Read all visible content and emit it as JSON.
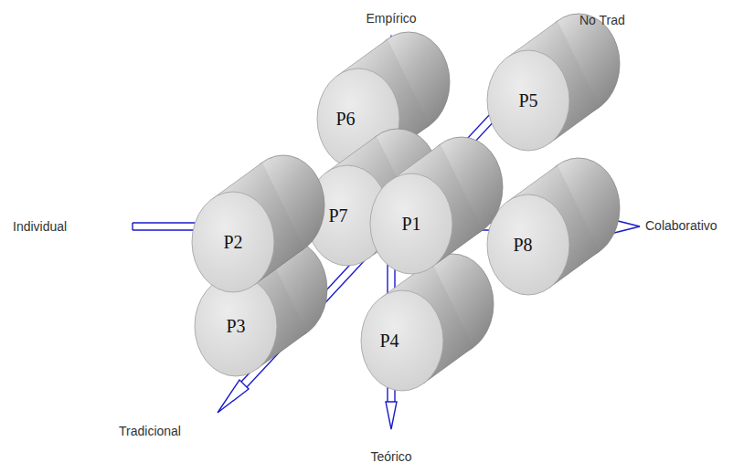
{
  "diagram": {
    "nodes": [
      {
        "text": [
          "P1"
        ]
      },
      {
        "text": [
          "P2"
        ]
      },
      {
        "text": [
          "P3"
        ]
      },
      {
        "text": [
          "P4"
        ]
      },
      {
        "text": [
          "P5"
        ]
      },
      {
        "text": [
          "P6"
        ]
      },
      {
        "text": [
          "P7"
        ]
      },
      {
        "text": [
          "P8"
        ]
      }
    ],
    "labels": [
      "Empírico",
      "No Trad",
      "Individual",
      "Colaborativo",
      "Tradicional",
      "Teórico"
    ]
  }
}
